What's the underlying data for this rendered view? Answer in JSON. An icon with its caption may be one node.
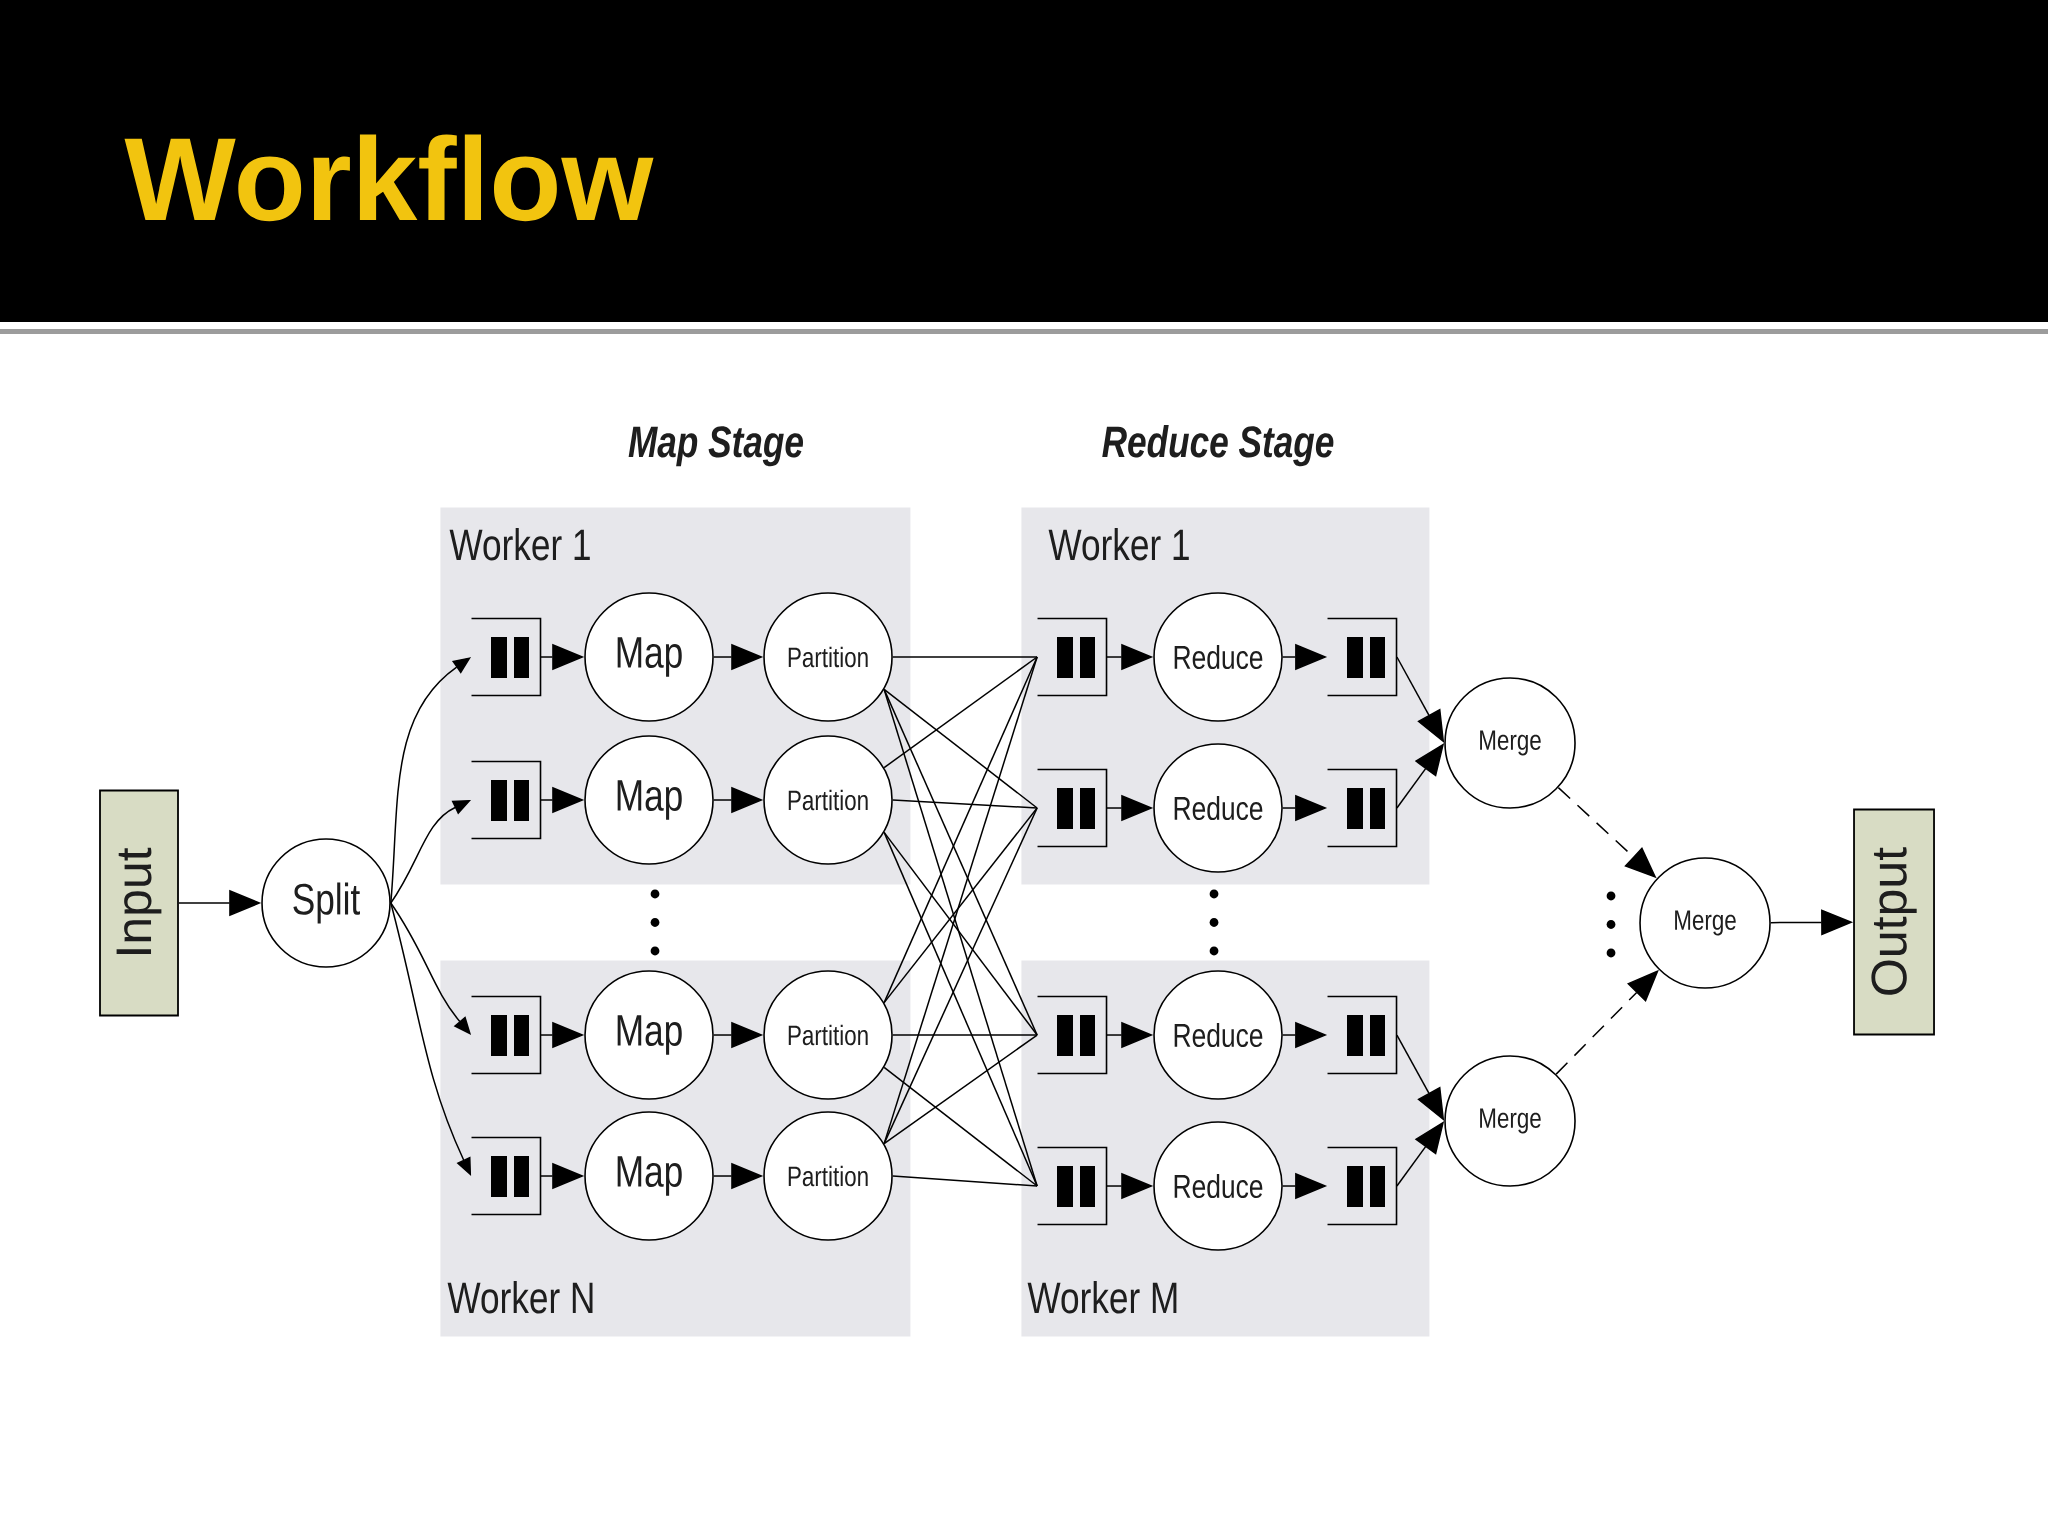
{
  "diagram": {
    "title": "Workflow",
    "nodes": [
      {
        "text": [
          "Input"
        ]
      },
      {
        "text": [
          "Split"
        ]
      },
      {
        "text": [
          "Worker 1"
        ]
      },
      {
        "text": [],
        "shape": "queue",
        "in": 2
      },
      {
        "text": [
          "Map"
        ],
        "in": 2
      },
      {
        "text": [
          "Partition"
        ],
        "in": 2
      },
      {
        "text": [],
        "shape": "queue",
        "in": 2
      },
      {
        "text": [
          "Map"
        ],
        "in": 2
      },
      {
        "text": [
          "Partition"
        ],
        "in": 2
      },
      {
        "text": [
          "Worker N"
        ]
      },
      {
        "text": [],
        "shape": "queue",
        "in": 9
      },
      {
        "text": [
          "Map"
        ],
        "in": 9
      },
      {
        "text": [
          "Partition"
        ],
        "in": 9
      },
      {
        "text": [],
        "shape": "queue",
        "in": 9
      },
      {
        "text": [
          "Map"
        ],
        "in": 9
      },
      {
        "text": [
          "Partition"
        ],
        "in": 9
      },
      {
        "text": [
          "Worker 1"
        ]
      },
      {
        "text": [],
        "shape": "queue",
        "in": 16
      },
      {
        "text": [
          "Reduce"
        ],
        "in": 16
      },
      {
        "text": [],
        "shape": "queue",
        "in": 16
      },
      {
        "text": [],
        "shape": "queue",
        "in": 16
      },
      {
        "text": [
          "Reduce"
        ],
        "in": 16
      },
      {
        "text": [],
        "shape": "queue",
        "in": 16
      },
      {
        "text": [
          "Worker M"
        ]
      },
      {
        "text": [],
        "shape": "queue",
        "in": 23
      },
      {
        "text": [
          "Reduce"
        ],
        "in": 23
      },
      {
        "text": [],
        "shape": "queue",
        "in": 23
      },
      {
        "text": [],
        "shape": "queue",
        "in": 23
      },
      {
        "text": [
          "Reduce"
        ],
        "in": 23
      },
      {
        "text": [],
        "shape": "queue",
        "in": 23
      },
      {
        "text": [
          "Merge"
        ]
      },
      {
        "text": [
          "Merge"
        ]
      },
      {
        "text": [
          "Merge"
        ]
      },
      {
        "text": [
          "Output"
        ]
      }
    ],
    "edges": [
      {
        "from": 0,
        "to": 1,
        "arrow": "to"
      },
      {
        "from": 1,
        "to": 3,
        "arrow": "to"
      },
      {
        "from": 1,
        "to": 6,
        "arrow": "to"
      },
      {
        "from": 1,
        "to": 10,
        "arrow": "to"
      },
      {
        "from": 1,
        "to": 13,
        "arrow": "to"
      },
      {
        "from": 3,
        "to": 4,
        "arrow": "to"
      },
      {
        "from": 4,
        "to": 5,
        "arrow": "to"
      },
      {
        "from": 6,
        "to": 7,
        "arrow": "to"
      },
      {
        "from": 7,
        "to": 8,
        "arrow": "to"
      },
      {
        "from": 10,
        "to": 11,
        "arrow": "to"
      },
      {
        "from": 11,
        "to": 12,
        "arrow": "to"
      },
      {
        "from": 13,
        "to": 14,
        "arrow": "to"
      },
      {
        "from": 14,
        "to": 15,
        "arrow": "to"
      },
      {
        "from": 5,
        "to": 17,
        "arrow": "none"
      },
      {
        "from": 5,
        "to": 20,
        "arrow": "none"
      },
      {
        "from": 5,
        "to": 24,
        "arrow": "none"
      },
      {
        "from": 5,
        "to": 27,
        "arrow": "none"
      },
      {
        "from": 8,
        "to": 17,
        "arrow": "none"
      },
      {
        "from": 8,
        "to": 20,
        "arrow": "none"
      },
      {
        "from": 8,
        "to": 24,
        "arrow": "none"
      },
      {
        "from": 8,
        "to": 27,
        "arrow": "none"
      },
      {
        "from": 12,
        "to": 17,
        "arrow": "none"
      },
      {
        "from": 12,
        "to": 20,
        "arrow": "none"
      },
      {
        "from": 12,
        "to": 24,
        "arrow": "none"
      },
      {
        "from": 12,
        "to": 27,
        "arrow": "none"
      },
      {
        "from": 15,
        "to": 17,
        "arrow": "none"
      },
      {
        "from": 15,
        "to": 20,
        "arrow": "none"
      },
      {
        "from": 15,
        "to": 24,
        "arrow": "none"
      },
      {
        "from": 15,
        "to": 27,
        "arrow": "none"
      },
      {
        "from": 17,
        "to": 18,
        "arrow": "to"
      },
      {
        "from": 18,
        "to": 19,
        "arrow": "to"
      },
      {
        "from": 20,
        "to": 21,
        "arrow": "to"
      },
      {
        "from": 21,
        "to": 22,
        "arrow": "to"
      },
      {
        "from": 24,
        "to": 25,
        "arrow": "to"
      },
      {
        "from": 25,
        "to": 26,
        "arrow": "to"
      },
      {
        "from": 27,
        "to": 28,
        "arrow": "to"
      },
      {
        "from": 28,
        "to": 29,
        "arrow": "to"
      },
      {
        "from": 19,
        "to": 30,
        "arrow": "to"
      },
      {
        "from": 22,
        "to": 30,
        "arrow": "to"
      },
      {
        "from": 26,
        "to": 31,
        "arrow": "to"
      },
      {
        "from": 29,
        "to": 31,
        "arrow": "to"
      },
      {
        "from": 30,
        "to": 32,
        "arrow": "to",
        "style": "dashed"
      },
      {
        "from": 31,
        "to": 32,
        "arrow": "to",
        "style": "dashed"
      },
      {
        "from": 32,
        "to": 33,
        "arrow": "to"
      }
    ],
    "labels": [
      "Map Stage",
      "Reduce Stage"
    ]
  }
}
